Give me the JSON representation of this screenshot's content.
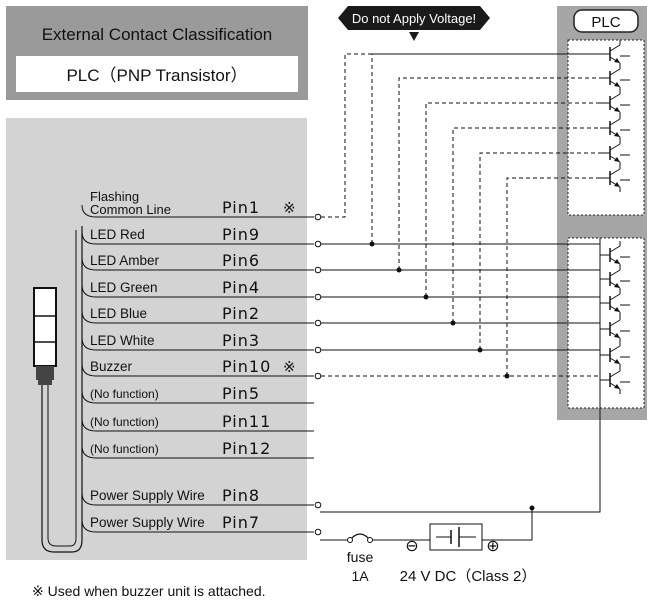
{
  "header": {
    "classification_label": "External Contact Classification",
    "type_label": "PLC（PNP Transistor）"
  },
  "warning": {
    "label": "Do not Apply Voltage!"
  },
  "plc": {
    "label": "PLC"
  },
  "wires": [
    {
      "name": "Flashing Common Line",
      "name_line1": "Flashing",
      "name_line2": "Common Line",
      "pin": "Pin1",
      "mark": "※"
    },
    {
      "name": "LED Red",
      "pin": "Pin9",
      "mark": ""
    },
    {
      "name": "LED Amber",
      "pin": "Pin6",
      "mark": ""
    },
    {
      "name": "LED Green",
      "pin": "Pin4",
      "mark": ""
    },
    {
      "name": "LED Blue",
      "pin": "Pin2",
      "mark": ""
    },
    {
      "name": "LED White",
      "pin": "Pin3",
      "mark": ""
    },
    {
      "name": "Buzzer",
      "pin": "Pin10",
      "mark": "※"
    },
    {
      "name": "(No function)",
      "pin": "Pin5",
      "mark": ""
    },
    {
      "name": "(No function)",
      "pin": "Pin11",
      "mark": ""
    },
    {
      "name": "(No function)",
      "pin": "Pin12",
      "mark": ""
    },
    {
      "name": "Power Supply Wire",
      "pin": "Pin8",
      "mark": ""
    },
    {
      "name": "Power Supply Wire",
      "pin": "Pin7",
      "mark": ""
    }
  ],
  "fuse": {
    "label": "fuse",
    "rating": "1A"
  },
  "supply": {
    "label": "24 V DC（Class 2）",
    "minus": "⊖",
    "plus": "⊕"
  },
  "footnote": "※  Used when buzzer unit is attached.",
  "colors": {
    "header_gray": "#9a9a9a",
    "panel_gray": "#d3d3d3",
    "plc_gray": "#a6a6a6",
    "line": "#222222",
    "warning_bg": "#1a1a1a"
  }
}
